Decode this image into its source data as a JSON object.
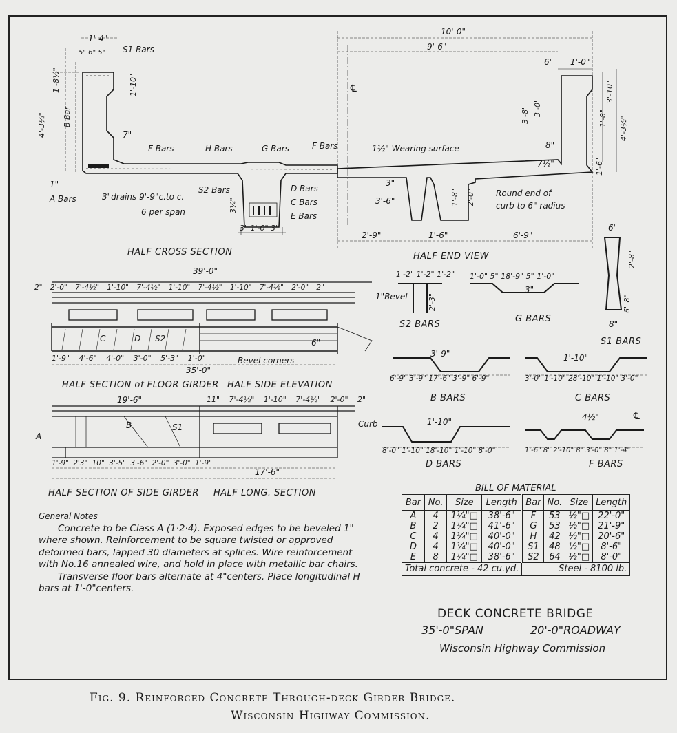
{
  "cross_section": {
    "title": "HALF CROSS SECTION",
    "labels": [
      "1'-4\"",
      "5\" 6\" 5\"",
      "S1 Bars",
      "4'-3½\"",
      "1'-8½\"",
      "B Bar",
      "1'-10\"",
      "7\"",
      "F Bars",
      "H Bars",
      "G Bars",
      "F Bars",
      "A Bars",
      "3\"drains 9'-9\"c.to c.",
      "6 per span",
      "S2 Bars",
      "D Bars",
      "C Bars",
      "E Bars",
      "3\" 1'-0\" 3\"",
      "℄",
      "3¼\"",
      "1\""
    ]
  },
  "end_view": {
    "title": "HALF END VIEW",
    "labels": [
      "10'-0\"",
      "9'-6\"",
      "6\"",
      "1'-0\"",
      "1½\" Wearing surface",
      "3'-8\"",
      "3'-0\"",
      "1'-8\"",
      "3'-10\"",
      "4'-3½\"",
      "8\"",
      "7½\"",
      "1'-6\"",
      "Round end of",
      "curb to 6\" radius",
      "3\"",
      "3'-6\"",
      "1'-8\"",
      "2'-0\"",
      "2'-9\"",
      "1'-6\"",
      "6'-9\""
    ]
  },
  "bars": {
    "s2": {
      "title": "S2 BARS",
      "dims": "1'-2\" 1'-2\" 1'-2\"",
      "height": "2'-3\""
    },
    "g": {
      "title": "G BARS",
      "dims": "1'-0\" 5\"   18'-9\"   5\" 1'-0\"",
      "height": "3\""
    },
    "s1": {
      "title": "S1 BARS",
      "top": "6\"",
      "height": "2'-8\"",
      "lower": "6\" 8\"",
      "bottom": "8\""
    },
    "b": {
      "title": "B BARS",
      "rise": "3'-9\"",
      "dims": "6'-9\" 3'-9\"  17'-6\"  3'-9\" 6'-9\""
    },
    "c": {
      "title": "C BARS",
      "rise": "1'-10\"",
      "dims": "3'-0\" 1'-10\"  28'-10\"  1'-10\" 3'-0\""
    },
    "d": {
      "title": "D BARS",
      "rise": "1'-10\"",
      "dims": "8'-0\" 1'-10\" 18'-10\" 1'-10\" 8'-0\""
    },
    "f": {
      "title": "F BARS",
      "rise": "4½\"",
      "cl": "℄",
      "dims": "1'-6\" 8\" 2'-10\" 8\" 3'-0\" 8\" 1'-4\""
    }
  },
  "elevation": {
    "overall": "39'-0\"",
    "top_dims": "2\" 2'-0\"  7'-4½\"  1'-10\"  7'-4½\"  1'-10\"  7'-4½\"  1'-10\"  7'-4½\"  2'-0\" 2\"",
    "bevel": "1\"Bevel",
    "bar_marks": [
      "C",
      "D",
      "S2"
    ],
    "six_in": "6\"",
    "bevel_corners": "Bevel corners",
    "bottom_dims": "1'-9\" 4'-6\"  4'-0\"  3'-0\"  5'-3\"  1'-0\"",
    "span": "35'-0\"",
    "title_left": "HALF SECTION of FLOOR GIRDER",
    "title_right": "HALF SIDE ELEVATION"
  },
  "side_girder": {
    "left_dim": "19'-6\"",
    "top_dims": "11\"  7'-4½\"  1'-10\"  7'-4½\"  2'-0\" 2\"",
    "curb": "Curb",
    "bar_marks": [
      "A",
      "B",
      "S1"
    ],
    "bottom_dims": "1'-9\" 2'3\" 10\" 3'-5\" 3'-6\" 2'-0\" 3'-0\" 1'-9\"",
    "right_dim": "17'-6\"",
    "title_left": "HALF SECTION OF SIDE GIRDER",
    "title_right": "HALF LONG. SECTION"
  },
  "notes": {
    "title": "General Notes",
    "p1": "Concrete to be Class A (1·2·4). Exposed edges to be beveled 1\" where shown. Reinforcement to be square twisted or approved deformed bars, lapped 30 diameters at splices. Wire reinforcement with No.16 annealed wire, and hold in place with metallic bar chairs.",
    "p2": "Transverse floor bars alternate at 4\"centers. Place longitudinal H bars at 1'-0\"centers."
  },
  "bill_of_material": {
    "title": "BILL OF MATERIAL",
    "headers": [
      "Bar",
      "No.",
      "Size",
      "Length",
      "Bar",
      "No.",
      "Size",
      "Length"
    ],
    "rows": [
      [
        "A",
        "4",
        "1¼\"□",
        "38'-6\"",
        "F",
        "53",
        "½\"□",
        "22'-0\""
      ],
      [
        "B",
        "2",
        "1¼\"□",
        "41'-6\"",
        "G",
        "53",
        "½\"□",
        "21'-9\""
      ],
      [
        "C",
        "4",
        "1¼\"□",
        "40'-0\"",
        "H",
        "42",
        "½\"□",
        "20'-6\""
      ],
      [
        "D",
        "4",
        "1¼\"□",
        "40'-0\"",
        "S1",
        "48",
        "½\"□",
        "8'-6\""
      ],
      [
        "E",
        "8",
        "1¼\"□",
        "38'-6\"",
        "S2",
        "64",
        "½\"□",
        "8'-0\""
      ]
    ],
    "total_concrete": "Total concrete - 42 cu.yd.",
    "steel": "Steel - 8100 lb."
  },
  "title_block": {
    "name": "DECK CONCRETE BRIDGE",
    "span": "35'-0\"SPAN",
    "roadway": "20'-0\"ROADWAY",
    "agency": "Wisconsin Highway Commission"
  },
  "caption": {
    "line1": "Fig. 9.  Reinforced Concrete Through-deck Girder Bridge.",
    "line2": "Wisconsin Highway Commission."
  },
  "colors": {
    "paper": "#ececea",
    "ink": "#1a1a1a"
  }
}
